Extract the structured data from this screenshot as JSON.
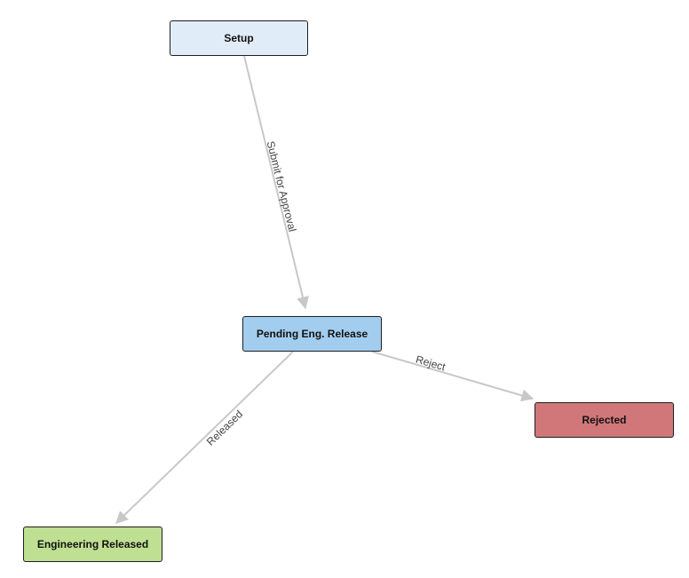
{
  "diagram": {
    "nodes": [
      {
        "id": "setup",
        "label": "Setup",
        "color": "#e0ecf8"
      },
      {
        "id": "pending",
        "label": "Pending Eng. Release",
        "color": "#a3cdee"
      },
      {
        "id": "rejected",
        "label": "Rejected",
        "color": "#d1777a"
      },
      {
        "id": "released",
        "label": "Engineering Released",
        "color": "#bfe092"
      }
    ],
    "edges": [
      {
        "from": "setup",
        "to": "pending",
        "label": "Submit for Approval"
      },
      {
        "from": "pending",
        "to": "rejected",
        "label": "Reject"
      },
      {
        "from": "pending",
        "to": "released",
        "label": "Released"
      }
    ],
    "edge_color": "#c8c8c8"
  }
}
